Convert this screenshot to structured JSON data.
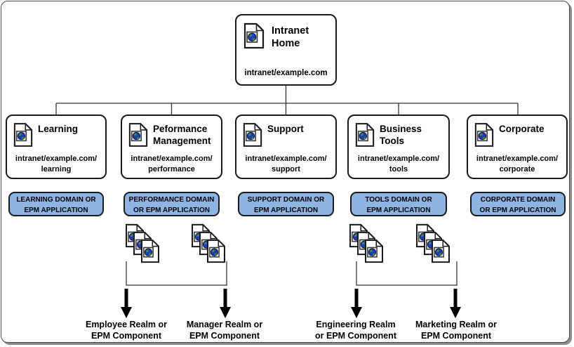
{
  "root": {
    "icon": "webpage-document-icon",
    "title_lines": [
      "Intranet",
      "Home"
    ],
    "url": "intranet/example.com"
  },
  "sections": [
    {
      "icon": "webpage-document-icon",
      "title_lines": [
        "Learning"
      ],
      "url_lines": [
        "intranet/example.com/",
        "learning"
      ],
      "badge_lines": [
        "LEARNING DOMAIN OR",
        "EPM APPLICATION"
      ]
    },
    {
      "icon": "webpage-document-icon",
      "title_lines": [
        "Peformance",
        "Management"
      ],
      "url_lines": [
        "intranet/example.com/",
        "performance"
      ],
      "badge_lines": [
        "PERFORMANCE DOMAIN",
        "OR EPM APPLICATION"
      ]
    },
    {
      "icon": "webpage-document-icon",
      "title_lines": [
        "Support"
      ],
      "url_lines": [
        "intranet/example.com/",
        "support"
      ],
      "badge_lines": [
        "SUPPORT DOMAIN OR",
        "EPM APPLICATION"
      ]
    },
    {
      "icon": "webpage-document-icon",
      "title_lines": [
        "Business",
        "Tools"
      ],
      "url_lines": [
        "intranet/example.com/",
        "tools"
      ],
      "badge_lines": [
        "TOOLS DOMAIN OR",
        "EPM APPLICATION"
      ]
    },
    {
      "icon": "webpage-document-icon",
      "title_lines": [
        "Corporate"
      ],
      "url_lines": [
        "intranet/example.com/",
        "corporate"
      ],
      "badge_lines": [
        "CORPORATE DOMAIN",
        "OR EPM APPLICATION"
      ]
    }
  ],
  "component_groups": [
    {
      "document_stacks": 2,
      "documents_per_stack": 3,
      "arrows": [
        {
          "label_lines": [
            "Employee Realm or",
            "EPM Component"
          ]
        },
        {
          "label_lines": [
            "Manager Realm or",
            "EPM Component"
          ]
        }
      ]
    },
    {
      "document_stacks": 2,
      "documents_per_stack": 3,
      "arrows": [
        {
          "label_lines": [
            "Engineering Realm",
            "or EPM Component"
          ]
        },
        {
          "label_lines": [
            "Marketing Realm or",
            "EPM Component"
          ]
        }
      ]
    }
  ],
  "colors": {
    "badge_fill": "#8DB4E2",
    "badge_border": "#1A1A1A",
    "box_border": "#1A1A1A",
    "tree_line": "#333333",
    "bracket_line": "#555555",
    "arrow": "#000000",
    "globe_blue": "#2038C8",
    "globe_green": "#2E9B2E",
    "frame_shadow": "#8C8C8C"
  }
}
